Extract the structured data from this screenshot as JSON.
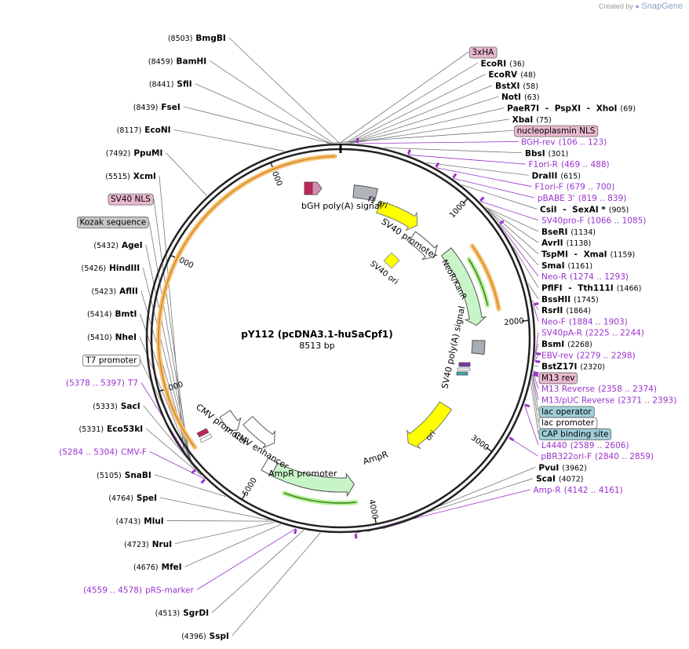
{
  "credit": {
    "prefix": "Created by",
    "brand": "SnapGene"
  },
  "plasmid": {
    "name": "pY112 (pcDNA3.1-huSaCpf1)",
    "size_label": "8513 bp",
    "length": 8513
  },
  "colors": {
    "enzyme": "#000000",
    "primer": "#9933cc",
    "feature_pink": "#e8b4cc",
    "feature_gray": "#c6c6c6",
    "feature_blue": "#9fcfd8",
    "yellow": "#ffff00",
    "green": "#c8f5c8",
    "orange": "#f0a830",
    "leader": "#777777"
  },
  "ticks": [
    {
      "pos": 1000,
      "label": "1000"
    },
    {
      "pos": 2000,
      "label": "2000"
    },
    {
      "pos": 3000,
      "label": "3000"
    },
    {
      "pos": 4000,
      "label": "4000"
    },
    {
      "pos": 5000,
      "label": "5000"
    },
    {
      "pos": 6000,
      "label": "6000"
    },
    {
      "pos": 7000,
      "label": "7000"
    },
    {
      "pos": 8000,
      "label": "8000"
    }
  ],
  "labels": [
    {
      "id": "bmgbi",
      "kind": "enzyme",
      "parts": [
        {
          "t": "(8503)",
          "s": "n"
        },
        {
          "t": "BmgBI",
          "s": "b"
        }
      ],
      "pos": 8503,
      "anchor": "end"
    },
    {
      "id": "bamhi",
      "kind": "enzyme",
      "parts": [
        {
          "t": "(8459)",
          "s": "n"
        },
        {
          "t": "BamHI",
          "s": "b"
        }
      ],
      "pos": 8459,
      "anchor": "end"
    },
    {
      "id": "sfii",
      "kind": "enzyme",
      "parts": [
        {
          "t": "(8441)",
          "s": "n"
        },
        {
          "t": "SfiI",
          "s": "b"
        }
      ],
      "pos": 8441,
      "anchor": "end"
    },
    {
      "id": "fsei",
      "kind": "enzyme",
      "parts": [
        {
          "t": "(8439)",
          "s": "n"
        },
        {
          "t": "FseI",
          "s": "b"
        }
      ],
      "pos": 8439,
      "anchor": "end"
    },
    {
      "id": "3xha",
      "kind": "box",
      "box": "pink",
      "parts": [
        {
          "t": "3xHA",
          "s": "n"
        }
      ],
      "pos": 8510,
      "anchor": "start"
    },
    {
      "id": "nucleoplasmin-nls",
      "kind": "box",
      "box": "pink",
      "parts": [
        {
          "t": "nucleoplasmin NLS",
          "s": "n"
        }
      ],
      "pos": 8420,
      "anchor": "start"
    },
    {
      "id": "econi",
      "kind": "enzyme",
      "parts": [
        {
          "t": "(8117)",
          "s": "n"
        },
        {
          "t": "EcoNI",
          "s": "b"
        }
      ],
      "pos": 8117,
      "anchor": "end"
    },
    {
      "id": "ppumi",
      "kind": "enzyme",
      "parts": [
        {
          "t": "(7492)",
          "s": "n"
        },
        {
          "t": "PpuMI",
          "s": "b"
        }
      ],
      "pos": 7492,
      "anchor": "end"
    },
    {
      "id": "ecori",
      "kind": "enzyme",
      "parts": [
        {
          "t": "EcoRI",
          "s": "b"
        },
        {
          "t": "(36)",
          "s": "n"
        }
      ],
      "pos": 36,
      "anchor": "start"
    },
    {
      "id": "ecorv",
      "kind": "enzyme",
      "parts": [
        {
          "t": "EcoRV",
          "s": "b"
        },
        {
          "t": "(48)",
          "s": "n"
        }
      ],
      "pos": 48,
      "anchor": "start"
    },
    {
      "id": "bstxi",
      "kind": "enzyme",
      "parts": [
        {
          "t": "BstXI",
          "s": "b"
        },
        {
          "t": "(58)",
          "s": "n"
        }
      ],
      "pos": 58,
      "anchor": "start"
    },
    {
      "id": "noti",
      "kind": "enzyme",
      "parts": [
        {
          "t": "NotI",
          "s": "b"
        },
        {
          "t": "(63)",
          "s": "n"
        }
      ],
      "pos": 63,
      "anchor": "start"
    },
    {
      "id": "paer7i",
      "kind": "enzyme",
      "parts": [
        {
          "t": "PaeR7I",
          "s": "b"
        },
        {
          "t": " - ",
          "s": "b"
        },
        {
          "t": "PspXI",
          "s": "b"
        },
        {
          "t": " - ",
          "s": "b"
        },
        {
          "t": "XhoI",
          "s": "b"
        },
        {
          "t": "(69)",
          "s": "n"
        }
      ],
      "pos": 69,
      "anchor": "start"
    },
    {
      "id": "xbai",
      "kind": "enzyme",
      "parts": [
        {
          "t": "XbaI",
          "s": "b"
        },
        {
          "t": "(75)",
          "s": "n"
        }
      ],
      "pos": 75,
      "anchor": "start"
    },
    {
      "id": "bgh-rev",
      "kind": "primer",
      "parts": [
        {
          "t": "BGH-rev",
          "s": "n"
        },
        {
          "t": "(106 .. 123)",
          "s": "n"
        }
      ],
      "pos": 115,
      "anchor": "start"
    },
    {
      "id": "bbsi",
      "kind": "enzyme",
      "parts": [
        {
          "t": "BbsI",
          "s": "b"
        },
        {
          "t": "(301)",
          "s": "n"
        }
      ],
      "pos": 301,
      "anchor": "start"
    },
    {
      "id": "f1ori-r",
      "kind": "primer",
      "parts": [
        {
          "t": "F1ori-R",
          "s": "n"
        },
        {
          "t": "(469 .. 488)",
          "s": "n"
        }
      ],
      "pos": 478,
      "anchor": "start"
    },
    {
      "id": "draiii",
      "kind": "enzyme",
      "parts": [
        {
          "t": "DraIII",
          "s": "b"
        },
        {
          "t": "(615)",
          "s": "n"
        }
      ],
      "pos": 615,
      "anchor": "start"
    },
    {
      "id": "f1ori-f",
      "kind": "primer",
      "parts": [
        {
          "t": "F1ori-F",
          "s": "n"
        },
        {
          "t": "(679 .. 700)",
          "s": "n"
        }
      ],
      "pos": 690,
      "anchor": "start"
    },
    {
      "id": "pbabe3",
      "kind": "primer",
      "parts": [
        {
          "t": "pBABE 3'",
          "s": "n"
        },
        {
          "t": "(819 .. 839)",
          "s": "n"
        }
      ],
      "pos": 829,
      "anchor": "start"
    },
    {
      "id": "csii",
      "kind": "enzyme",
      "parts": [
        {
          "t": "CsiI",
          "s": "b"
        },
        {
          "t": " - ",
          "s": "b"
        },
        {
          "t": "SexAI *",
          "s": "b"
        },
        {
          "t": "(905)",
          "s": "n"
        }
      ],
      "pos": 905,
      "anchor": "start"
    },
    {
      "id": "sv40pro-f",
      "kind": "primer",
      "parts": [
        {
          "t": "SV40pro-F",
          "s": "n"
        },
        {
          "t": "(1066 .. 1085)",
          "s": "n"
        }
      ],
      "pos": 1075,
      "anchor": "start"
    },
    {
      "id": "beri",
      "kind": "enzyme",
      "parts": [
        {
          "t": "BseRI",
          "s": "b"
        },
        {
          "t": "(1134)",
          "s": "n"
        }
      ],
      "pos": 1134,
      "anchor": "start"
    },
    {
      "id": "avrii",
      "kind": "enzyme",
      "parts": [
        {
          "t": "AvrII",
          "s": "b"
        },
        {
          "t": "(1138)",
          "s": "n"
        }
      ],
      "pos": 1138,
      "anchor": "start"
    },
    {
      "id": "tspmi",
      "kind": "enzyme",
      "parts": [
        {
          "t": "TspMI",
          "s": "b"
        },
        {
          "t": " - ",
          "s": "b"
        },
        {
          "t": "XmaI",
          "s": "b"
        },
        {
          "t": "(1159)",
          "s": "n"
        }
      ],
      "pos": 1159,
      "anchor": "start"
    },
    {
      "id": "smai",
      "kind": "enzyme",
      "parts": [
        {
          "t": "SmaI",
          "s": "b"
        },
        {
          "t": "(1161)",
          "s": "n"
        }
      ],
      "pos": 1161,
      "anchor": "start"
    },
    {
      "id": "neo-r",
      "kind": "primer",
      "parts": [
        {
          "t": "Neo-R",
          "s": "n"
        },
        {
          "t": "(1274 .. 1293)",
          "s": "n"
        }
      ],
      "pos": 1283,
      "anchor": "start"
    },
    {
      "id": "pflfi",
      "kind": "enzyme",
      "parts": [
        {
          "t": "PflFI",
          "s": "b"
        },
        {
          "t": " - ",
          "s": "b"
        },
        {
          "t": "Tth111I",
          "s": "b"
        },
        {
          "t": "(1466)",
          "s": "n"
        }
      ],
      "pos": 1466,
      "anchor": "start"
    },
    {
      "id": "bsshii",
      "kind": "enzyme",
      "parts": [
        {
          "t": "BssHII",
          "s": "b"
        },
        {
          "t": "(1745)",
          "s": "n"
        }
      ],
      "pos": 1745,
      "anchor": "start"
    },
    {
      "id": "rsrii",
      "kind": "enzyme",
      "parts": [
        {
          "t": "RsrII",
          "s": "b"
        },
        {
          "t": "(1864)",
          "s": "n"
        }
      ],
      "pos": 1864,
      "anchor": "start"
    },
    {
      "id": "neo-f",
      "kind": "primer",
      "parts": [
        {
          "t": "Neo-F",
          "s": "n"
        },
        {
          "t": "(1884 .. 1903)",
          "s": "n"
        }
      ],
      "pos": 1893,
      "anchor": "start"
    },
    {
      "id": "sv40pa-r",
      "kind": "primer",
      "parts": [
        {
          "t": "SV40pA-R",
          "s": "n"
        },
        {
          "t": "(2225 .. 2244)",
          "s": "n"
        }
      ],
      "pos": 2235,
      "anchor": "start"
    },
    {
      "id": "bsmi",
      "kind": "enzyme",
      "parts": [
        {
          "t": "BsmI",
          "s": "b"
        },
        {
          "t": "(2268)",
          "s": "n"
        }
      ],
      "pos": 2268,
      "anchor": "start"
    },
    {
      "id": "ebv-rev",
      "kind": "primer",
      "parts": [
        {
          "t": "EBV-rev",
          "s": "n"
        },
        {
          "t": "(2279 .. 2298)",
          "s": "n"
        }
      ],
      "pos": 2288,
      "anchor": "start"
    },
    {
      "id": "bstz17i",
      "kind": "enzyme",
      "parts": [
        {
          "t": "BstZ17I",
          "s": "b"
        },
        {
          "t": "(2320)",
          "s": "n"
        }
      ],
      "pos": 2320,
      "anchor": "start"
    },
    {
      "id": "m13-rev",
      "kind": "box",
      "box": "pink",
      "parts": [
        {
          "t": "M13 rev",
          "s": "n"
        }
      ],
      "pos": 2350,
      "anchor": "start"
    },
    {
      "id": "m13-reverse",
      "kind": "primer",
      "parts": [
        {
          "t": "M13 Reverse",
          "s": "n"
        },
        {
          "t": "(2358 .. 2374)",
          "s": "n"
        }
      ],
      "pos": 2366,
      "anchor": "start"
    },
    {
      "id": "lac-operator",
      "kind": "box",
      "box": "blue",
      "parts": [
        {
          "t": "lac operator",
          "s": "n"
        }
      ],
      "pos": 2385,
      "anchor": "start"
    },
    {
      "id": "m13-puc-reverse",
      "kind": "primer",
      "parts": [
        {
          "t": "M13/pUC Reverse",
          "s": "n"
        },
        {
          "t": "(2371 .. 2393)",
          "s": "n"
        }
      ],
      "pos": 2382,
      "anchor": "start"
    },
    {
      "id": "lac-promoter",
      "kind": "box",
      "box": "white",
      "parts": [
        {
          "t": "lac promoter",
          "s": "n"
        }
      ],
      "pos": 2410,
      "anchor": "start"
    },
    {
      "id": "cap-binding-site",
      "kind": "box",
      "box": "blue",
      "parts": [
        {
          "t": "CAP binding site",
          "s": "n"
        }
      ],
      "pos": 2440,
      "anchor": "start"
    },
    {
      "id": "l4440",
      "kind": "primer",
      "parts": [
        {
          "t": "L4440",
          "s": "n"
        },
        {
          "t": "(2589 .. 2606)",
          "s": "n"
        }
      ],
      "pos": 2597,
      "anchor": "start"
    },
    {
      "id": "pbr322ori-f",
      "kind": "primer",
      "parts": [
        {
          "t": "pBR322ori-F",
          "s": "n"
        },
        {
          "t": "(2840 .. 2859)",
          "s": "n"
        }
      ],
      "pos": 2850,
      "anchor": "start"
    },
    {
      "id": "pvui",
      "kind": "enzyme",
      "parts": [
        {
          "t": "PvuI",
          "s": "b"
        },
        {
          "t": "(3962)",
          "s": "n"
        }
      ],
      "pos": 3962,
      "anchor": "start"
    },
    {
      "id": "scai",
      "kind": "enzyme",
      "parts": [
        {
          "t": "ScaI",
          "s": "b"
        },
        {
          "t": "(4072)",
          "s": "n"
        }
      ],
      "pos": 4072,
      "anchor": "start"
    },
    {
      "id": "amp-r",
      "kind": "primer",
      "parts": [
        {
          "t": "Amp-R",
          "s": "n"
        },
        {
          "t": "(4142 .. 4161)",
          "s": "n"
        }
      ],
      "pos": 4152,
      "anchor": "start"
    },
    {
      "id": "sgrdi",
      "kind": "enzyme",
      "parts": [
        {
          "t": "(4513)",
          "s": "n"
        },
        {
          "t": "SgrDI",
          "s": "b"
        }
      ],
      "pos": 4513,
      "anchor": "end"
    },
    {
      "id": "sspi",
      "kind": "enzyme",
      "parts": [
        {
          "t": "(4396)",
          "s": "n"
        },
        {
          "t": "SspI",
          "s": "b"
        }
      ],
      "pos": 4396,
      "anchor": "end"
    },
    {
      "id": "prs-marker",
      "kind": "primer",
      "parts": [
        {
          "t": "(4559 .. 4578)",
          "s": "n"
        },
        {
          "t": "pRS-marker",
          "s": "n"
        }
      ],
      "pos": 4568,
      "anchor": "end"
    },
    {
      "id": "mfei",
      "kind": "enzyme",
      "parts": [
        {
          "t": "(4676)",
          "s": "n"
        },
        {
          "t": "MfeI",
          "s": "b"
        }
      ],
      "pos": 4676,
      "anchor": "end"
    },
    {
      "id": "nrui",
      "kind": "enzyme",
      "parts": [
        {
          "t": "(4723)",
          "s": "n"
        },
        {
          "t": "NruI",
          "s": "b"
        }
      ],
      "pos": 4723,
      "anchor": "end"
    },
    {
      "id": "mlui",
      "kind": "enzyme",
      "parts": [
        {
          "t": "(4743)",
          "s": "n"
        },
        {
          "t": "MluI",
          "s": "b"
        }
      ],
      "pos": 4743,
      "anchor": "end"
    },
    {
      "id": "spei",
      "kind": "enzyme",
      "parts": [
        {
          "t": "(4764)",
          "s": "n"
        },
        {
          "t": "SpeI",
          "s": "b"
        }
      ],
      "pos": 4764,
      "anchor": "end"
    },
    {
      "id": "snabi",
      "kind": "enzyme",
      "parts": [
        {
          "t": "(5105)",
          "s": "n"
        },
        {
          "t": "SnaBI",
          "s": "b"
        }
      ],
      "pos": 5105,
      "anchor": "end"
    },
    {
      "id": "cmv-f",
      "kind": "primer",
      "parts": [
        {
          "t": "(5284 .. 5304)",
          "s": "n"
        },
        {
          "t": "CMV-F",
          "s": "n"
        }
      ],
      "pos": 5294,
      "anchor": "end"
    },
    {
      "id": "eco53ki",
      "kind": "enzyme",
      "parts": [
        {
          "t": "(5331)",
          "s": "n"
        },
        {
          "t": "Eco53kI",
          "s": "b"
        }
      ],
      "pos": 5331,
      "anchor": "end"
    },
    {
      "id": "saci",
      "kind": "enzyme",
      "parts": [
        {
          "t": "(5333)",
          "s": "n"
        },
        {
          "t": "SacI",
          "s": "b"
        }
      ],
      "pos": 5333,
      "anchor": "end"
    },
    {
      "id": "t7",
      "kind": "primer",
      "parts": [
        {
          "t": "(5378 .. 5397)",
          "s": "n"
        },
        {
          "t": "T7",
          "s": "n"
        }
      ],
      "pos": 5387,
      "anchor": "end"
    },
    {
      "id": "t7-promoter",
      "kind": "box",
      "box": "white",
      "parts": [
        {
          "t": "T7 promoter",
          "s": "n"
        }
      ],
      "pos": 5395,
      "anchor": "end"
    },
    {
      "id": "nhei",
      "kind": "enzyme",
      "parts": [
        {
          "t": "(5410)",
          "s": "n"
        },
        {
          "t": "NheI",
          "s": "b"
        }
      ],
      "pos": 5410,
      "anchor": "end"
    },
    {
      "id": "bmti",
      "kind": "enzyme",
      "parts": [
        {
          "t": "(5414)",
          "s": "n"
        },
        {
          "t": "BmtI",
          "s": "b"
        }
      ],
      "pos": 5414,
      "anchor": "end"
    },
    {
      "id": "aflii",
      "kind": "enzyme",
      "parts": [
        {
          "t": "(5423)",
          "s": "n"
        },
        {
          "t": "AflII",
          "s": "b"
        }
      ],
      "pos": 5423,
      "anchor": "end"
    },
    {
      "id": "hindiii",
      "kind": "enzyme",
      "parts": [
        {
          "t": "(5426)",
          "s": "n"
        },
        {
          "t": "HindIII",
          "s": "b"
        }
      ],
      "pos": 5426,
      "anchor": "end"
    },
    {
      "id": "agei",
      "kind": "enzyme",
      "parts": [
        {
          "t": "(5432)",
          "s": "n"
        },
        {
          "t": "AgeI",
          "s": "b"
        }
      ],
      "pos": 5432,
      "anchor": "end"
    },
    {
      "id": "kozak",
      "kind": "box",
      "box": "gray",
      "parts": [
        {
          "t": "Kozak sequence",
          "s": "n"
        }
      ],
      "pos": 5438,
      "anchor": "end"
    },
    {
      "id": "sv40-nls",
      "kind": "box",
      "box": "pink",
      "parts": [
        {
          "t": "SV40 NLS",
          "s": "n"
        }
      ],
      "pos": 5460,
      "anchor": "end"
    },
    {
      "id": "xcmi",
      "kind": "enzyme",
      "parts": [
        {
          "t": "(5515)",
          "s": "n"
        },
        {
          "t": "XcmI",
          "s": "b"
        }
      ],
      "pos": 5515,
      "anchor": "end"
    }
  ],
  "features": [
    {
      "id": "bgh-polya",
      "label": "bGH poly(A) signal"
    },
    {
      "id": "f1-ori",
      "label": "f1 ori"
    },
    {
      "id": "sv40-promoter",
      "label": "SV40 promoter"
    },
    {
      "id": "sv40-ori",
      "label": "SV40 ori"
    },
    {
      "id": "neor-kanr",
      "label": "NeoR/KanR"
    },
    {
      "id": "sv40-polya",
      "label": "SV40 poly(A) signal"
    },
    {
      "id": "ori",
      "label": "ori"
    },
    {
      "id": "ampr",
      "label": "AmpR"
    },
    {
      "id": "ampr-promoter",
      "label": "AmpR promoter"
    },
    {
      "id": "cmv-enhancer",
      "label": "CMV enhancer"
    },
    {
      "id": "cmv-promoter",
      "label": "CMV promoter"
    }
  ]
}
